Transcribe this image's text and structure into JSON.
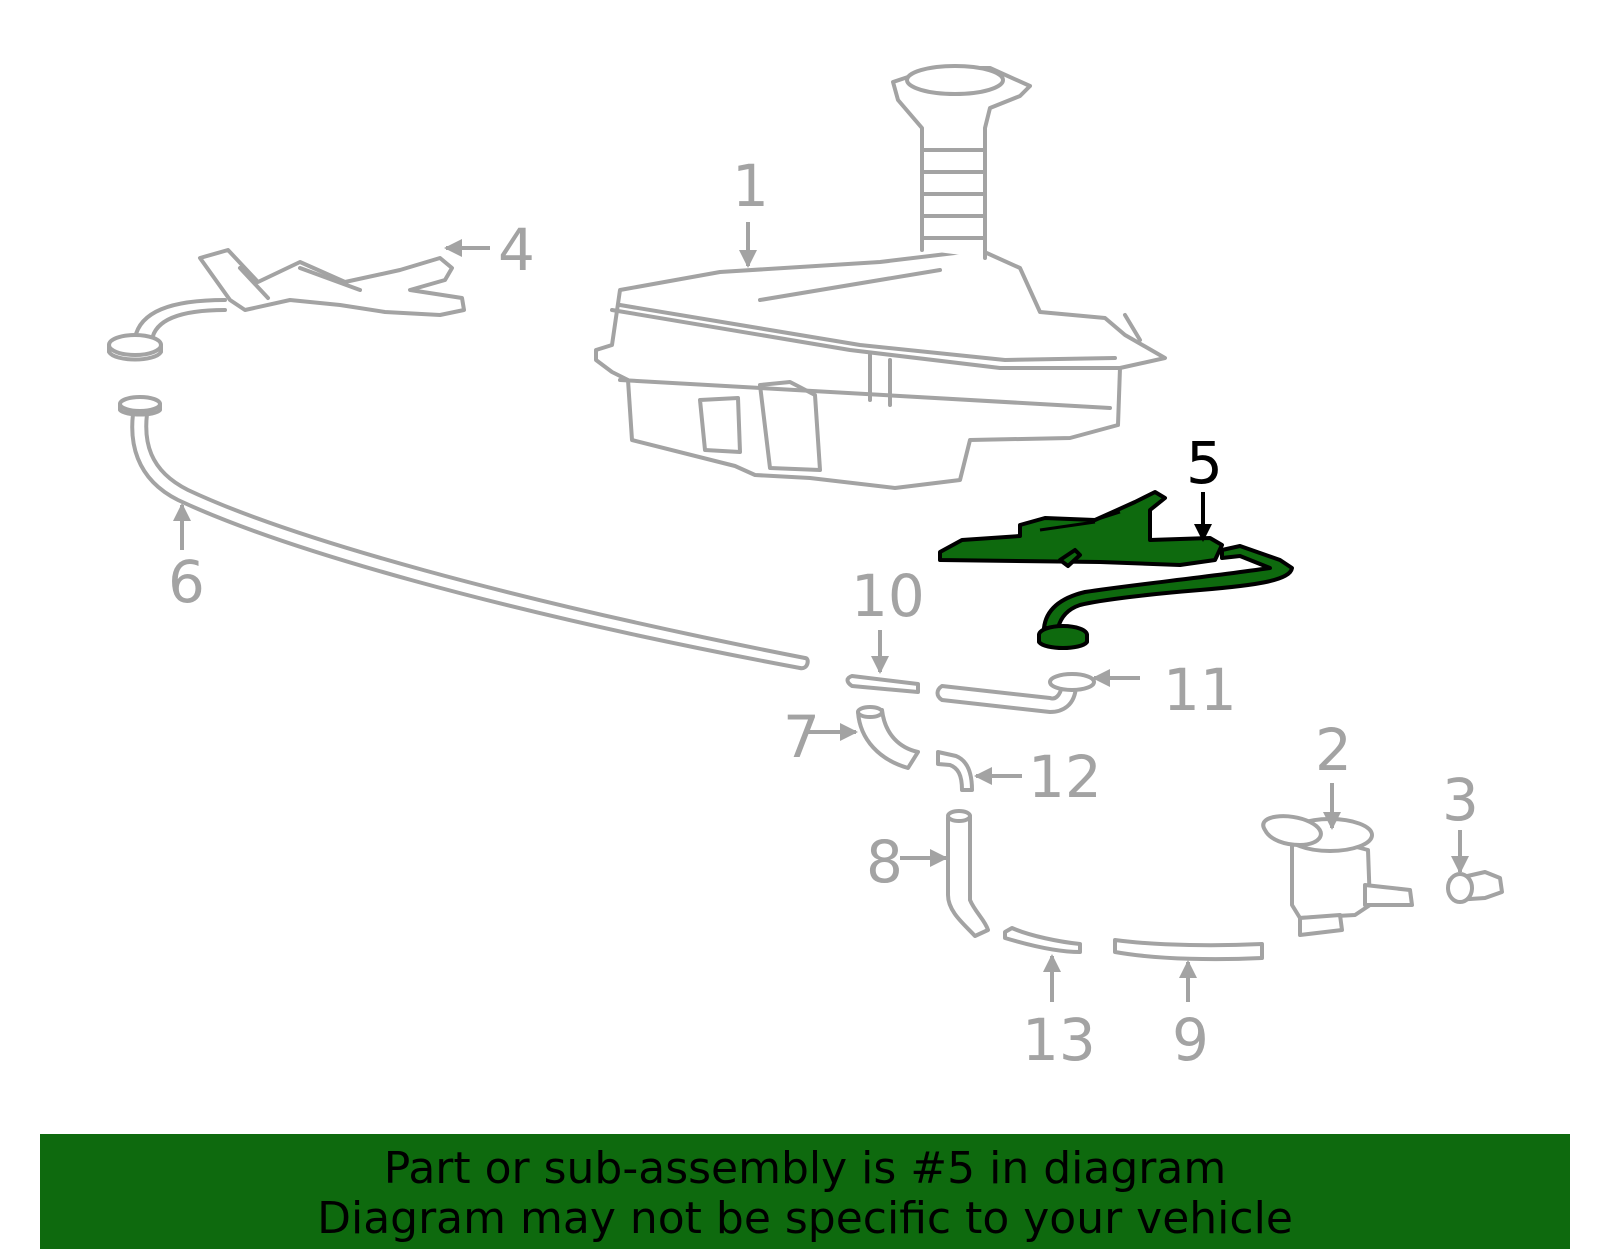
{
  "callouts": {
    "c1": "1",
    "c2": "2",
    "c3": "3",
    "c4": "4",
    "c5": "5",
    "c6": "6",
    "c7": "7",
    "c8": "8",
    "c9": "9",
    "c10": "10",
    "c11": "11",
    "c12": "12",
    "c13": "13"
  },
  "highlighted_part": "5",
  "colors": {
    "highlight": "#0e6a0e",
    "part_line": "#a3a3a3",
    "banner": "#0e6a0e"
  },
  "banner": {
    "line1": "Part or sub-assembly is #5 in diagram",
    "line2": "Diagram may not be specific to your vehicle"
  }
}
